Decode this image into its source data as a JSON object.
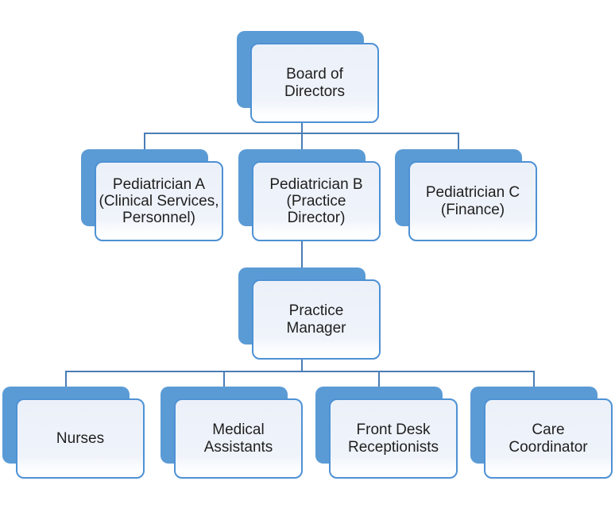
{
  "diagram": {
    "type": "org-chart",
    "colors": {
      "background": "#FFFFFF",
      "shape_back_fill": "#5B9BD5",
      "card_border": "#4E91D4",
      "card_fill_top": "#ECF1F9",
      "card_fill_mid": "#EFF3FA",
      "card_fill_bottom": "#FDFEFF",
      "connector": "#4A7DB6",
      "text": "#1F1F1F"
    },
    "nodes": [
      {
        "id": "board-of-directors",
        "label": "Board of\nDirectors"
      },
      {
        "id": "pediatrician-a",
        "label": "Pediatrician A\n(Clinical Services,\nPersonnel)"
      },
      {
        "id": "pediatrician-b",
        "label": "Pediatrician B\n(Practice\nDirector)"
      },
      {
        "id": "pediatrician-c",
        "label": "Pediatrician C\n(Finance)"
      },
      {
        "id": "practice-manager",
        "label": "Practice\nManager"
      },
      {
        "id": "nurses",
        "label": "Nurses"
      },
      {
        "id": "medical-assistants",
        "label": "Medical\nAssistants"
      },
      {
        "id": "front-desk-receptionists",
        "label": "Front Desk\nReceptionists"
      },
      {
        "id": "care-coordinator",
        "label": "Care\nCoordinator"
      }
    ],
    "edges": [
      {
        "from": "board-of-directors",
        "to": "pediatrician-a"
      },
      {
        "from": "board-of-directors",
        "to": "pediatrician-b"
      },
      {
        "from": "board-of-directors",
        "to": "pediatrician-c"
      },
      {
        "from": "pediatrician-b",
        "to": "practice-manager"
      },
      {
        "from": "practice-manager",
        "to": "nurses"
      },
      {
        "from": "practice-manager",
        "to": "medical-assistants"
      },
      {
        "from": "practice-manager",
        "to": "front-desk-receptionists"
      },
      {
        "from": "practice-manager",
        "to": "care-coordinator"
      }
    ]
  }
}
